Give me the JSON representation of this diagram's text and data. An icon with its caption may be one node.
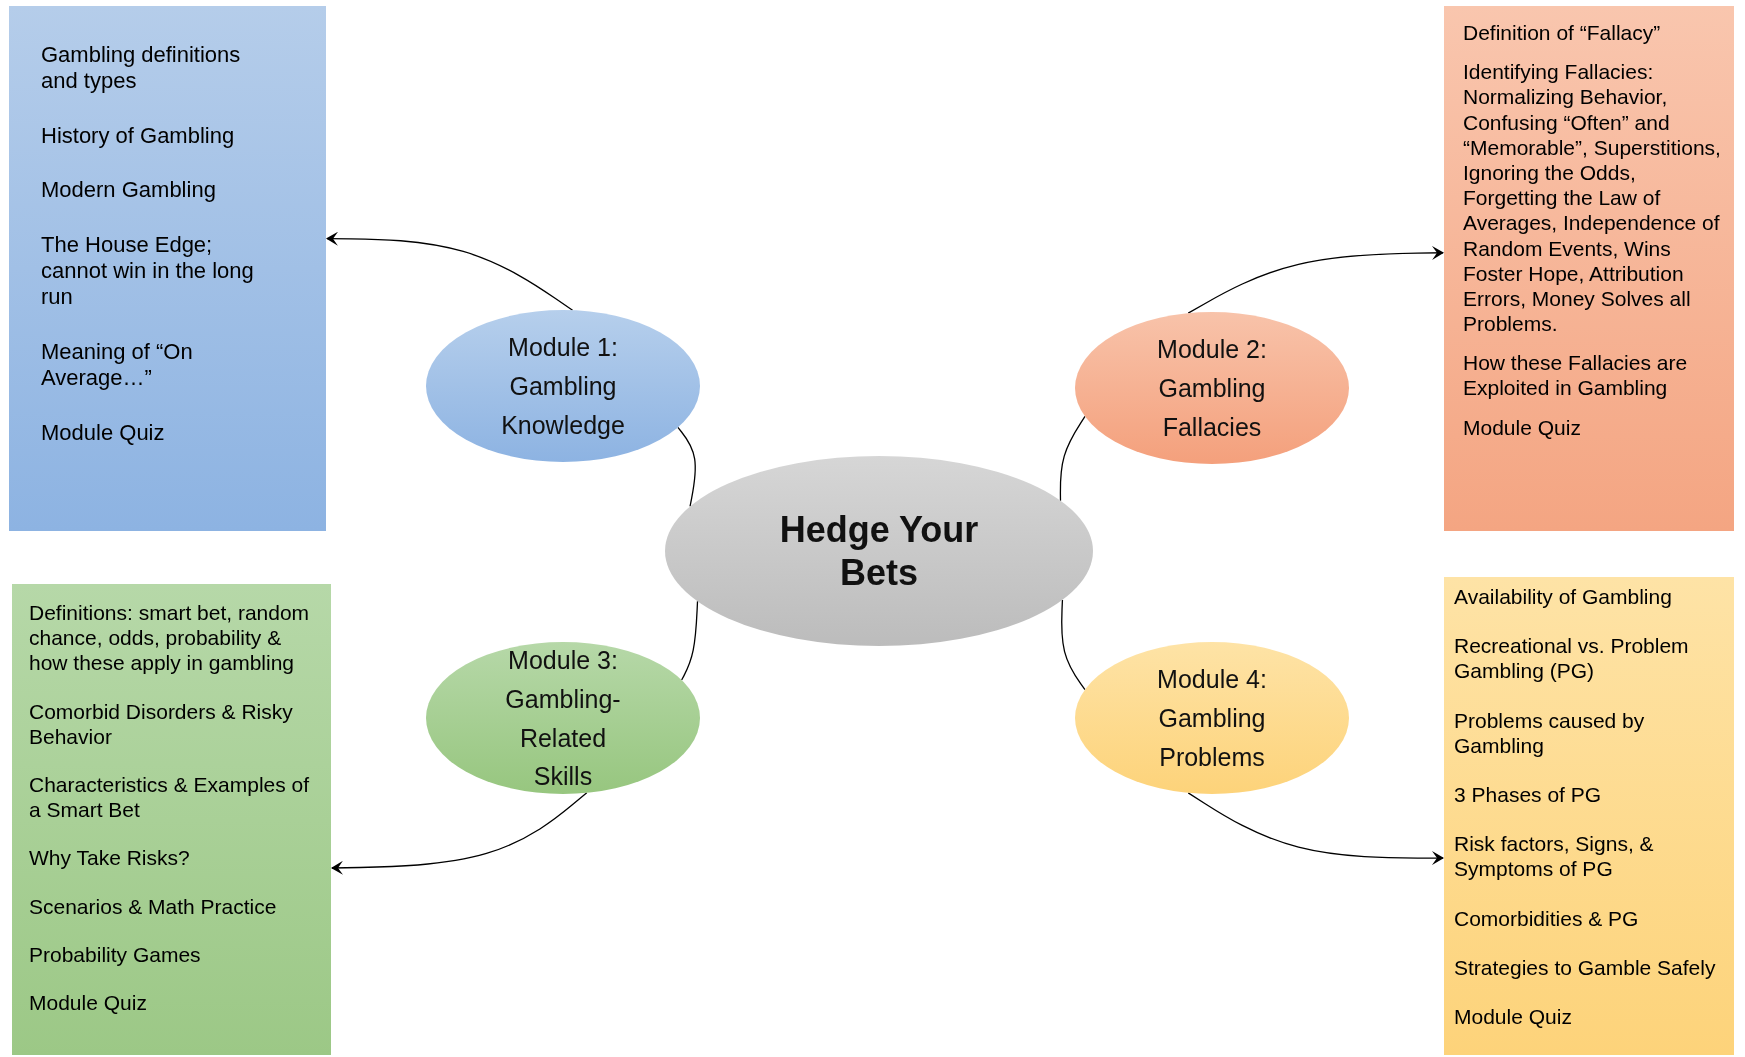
{
  "diagram": {
    "nodes": [
      {
        "text": [
          "Hedge Your Bets"
        ]
      },
      {
        "text": [
          "Module 1: Gambling Knowledge"
        ]
      },
      {
        "text": [
          "Gambling definitions and types",
          "History of Gambling",
          "Modern Gambling",
          "The House Edge; cannot win in the long run",
          "Meaning of “On Average…”",
          "Module Quiz"
        ]
      },
      {
        "text": [
          "Module 2: Gambling Fallacies"
        ]
      },
      {
        "text": [
          "Definition of “Fallacy”",
          "Identifying Fallacies: Normalizing Behavior, Confusing “Often” and “Memorable”, Superstitions, Ignoring the Odds, Forgetting the Law of Averages, Independence of Random Events, Wins Foster Hope, Attribution Errors, Money Solves all Problems.",
          "How these Fallacies are Exploited in Gambling",
          "Module Quiz"
        ]
      },
      {
        "text": [
          "Module 3: Gambling-Related Skills"
        ]
      },
      {
        "text": [
          "Definitions: smart bet, random chance, odds, probability & how these apply in gambling",
          "Comorbid Disorders & Risky Behavior",
          "Characteristics & Examples of a Smart Bet",
          "Why Take Risks?",
          "Scenarios & Math Practice",
          "Probability Games",
          "Module Quiz"
        ]
      },
      {
        "text": [
          "Module 4: Gambling Problems"
        ]
      },
      {
        "text": [
          "Availability of Gambling",
          "Recreational vs. Problem Gambling (PG)",
          "Problems caused by Gambling",
          "3 Phases of PG",
          "Risk factors, Signs, & Symptoms of PG",
          "Comorbidities & PG",
          "Strategies to Gamble Safely",
          "Module Quiz"
        ]
      }
    ],
    "edges": [
      {
        "from": 0,
        "to": 1,
        "arrow": "none"
      },
      {
        "from": 0,
        "to": 3,
        "arrow": "none"
      },
      {
        "from": 0,
        "to": 5,
        "arrow": "none"
      },
      {
        "from": 0,
        "to": 7,
        "arrow": "none"
      },
      {
        "from": 1,
        "to": 2,
        "arrow": "to"
      },
      {
        "from": 3,
        "to": 4,
        "arrow": "to"
      },
      {
        "from": 5,
        "to": 6,
        "arrow": "to"
      },
      {
        "from": 7,
        "to": 8,
        "arrow": "to"
      }
    ]
  }
}
